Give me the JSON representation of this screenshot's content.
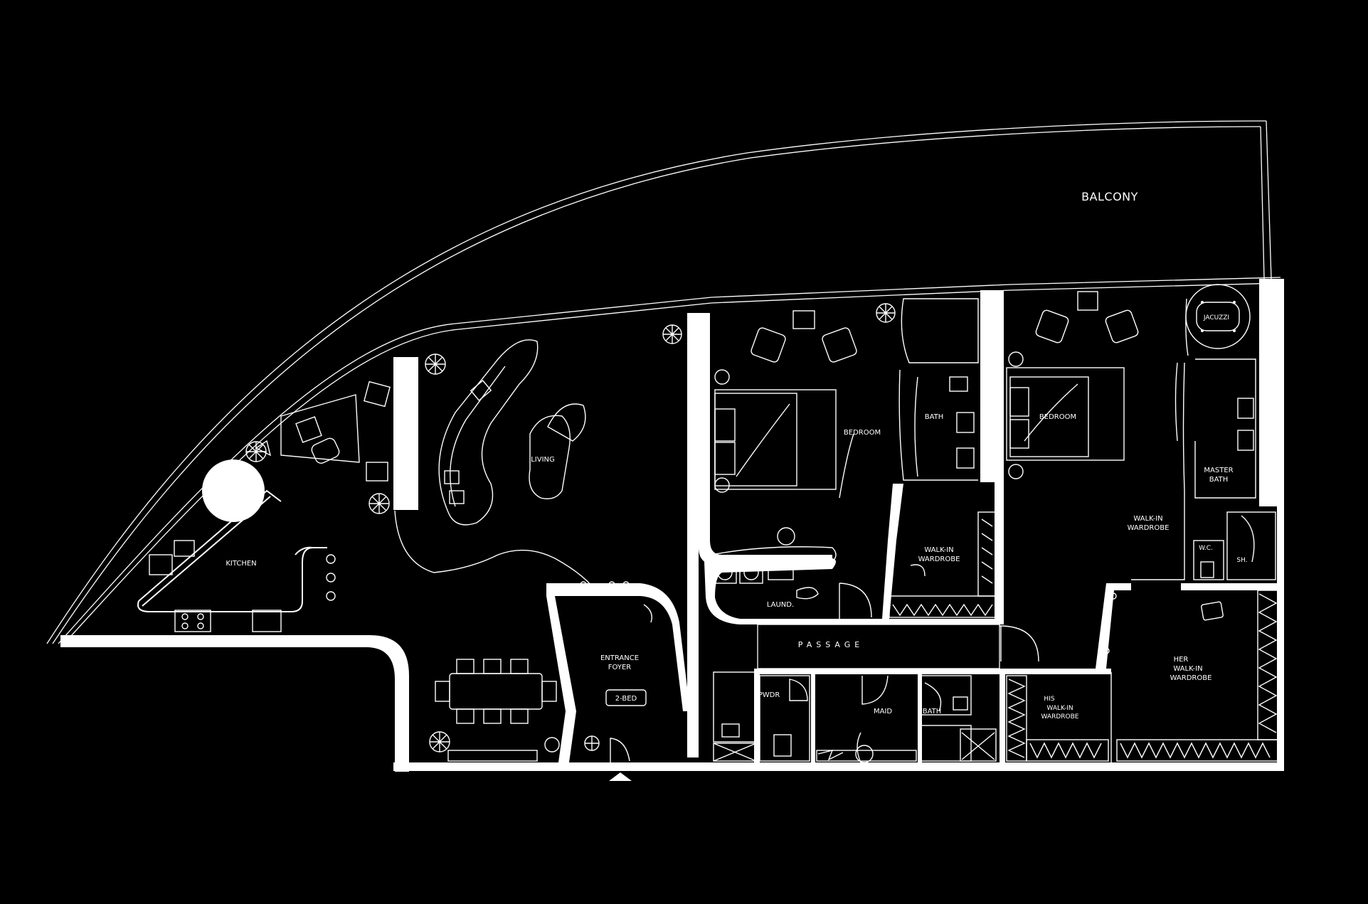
{
  "colors": {
    "background": "#000000",
    "linework": "#ffffff"
  },
  "rooms": {
    "balcony": "BALCONY",
    "jacuzzi": "JACUZZI",
    "bedroom_1": "BEDROOM",
    "bedroom_2": "BEDROOM",
    "bath_1": "BATH",
    "living": "LIVING",
    "master_bath_line1": "MASTER",
    "master_bath_line2": "BATH",
    "walkin_master_line1": "WALK-IN",
    "walkin_master_line2": "WARDROBE",
    "walkin_bed_line1": "WALK-IN",
    "walkin_bed_line2": "WARDROBE",
    "wc": "W.C.",
    "shower": "SH.",
    "kitchen": "KITCHEN",
    "laundry": "LAUND.",
    "passage": "PASSAGE",
    "entrance_line1": "ENTRANCE",
    "entrance_line2": "FOYER",
    "unit_tag": "2-BED",
    "powder": "PWDR",
    "maid": "MAID",
    "bath_2": "BATH",
    "his_line1": "HIS",
    "his_line2": "WALK-IN",
    "his_line3": "WARDROBE",
    "her_line1": "HER",
    "her_line2": "WALK-IN",
    "her_line3": "WARDROBE"
  }
}
